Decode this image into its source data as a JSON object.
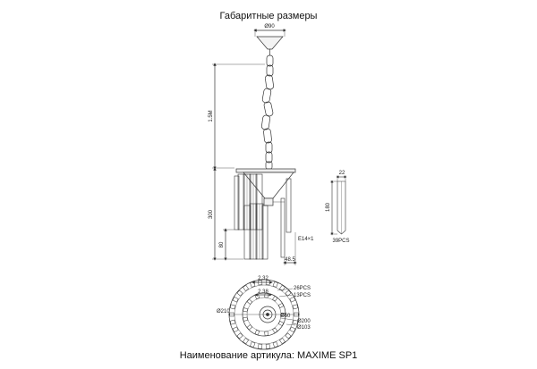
{
  "header": {
    "title": "Габаритные размеры"
  },
  "front_view": {
    "canopy_diameter": "Ø90",
    "chain_length": "1.5M",
    "body_height": "300",
    "lower_height": "80",
    "socket": "E14×1",
    "offset": "48.5"
  },
  "crystal_detail": {
    "width": "22",
    "length": "180",
    "count": "39PCS"
  },
  "top_view": {
    "dim_outer_spacing": "2.32",
    "dim_inner_spacing": "2.38",
    "outer_count": "26PCS",
    "inner_count": "13PCS",
    "outer_diameter": "Ø210",
    "hub_diameter": "Ø50",
    "ring_diameter": "Ø200",
    "inner_ring_diameter": "Ø103"
  },
  "footer": {
    "caption": "Наименование артикула: MAXIME SP1"
  }
}
